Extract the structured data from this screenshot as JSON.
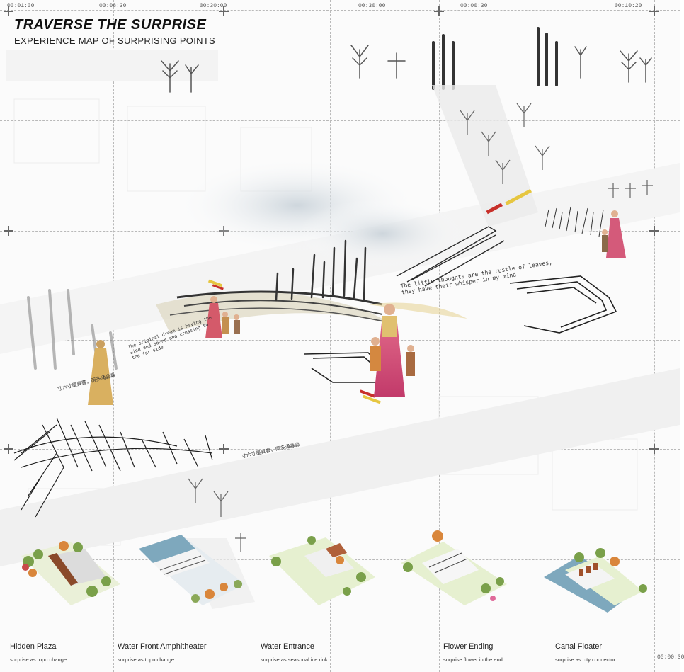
{
  "header": {
    "title": "TRAVERSE THE SURPRISE",
    "subtitle": "EXPERIENCE MAP OF SURPRISING POINTS"
  },
  "timecodes": [
    "00:01:00",
    "00:08:30",
    "00:30:00",
    "00:30:00",
    "00:00:30",
    "00:10:20",
    "00:00:30"
  ],
  "annotations": {
    "thoughts": "The little thoughts are the rustle of leaves, they have their whisper in my mind",
    "walk_note": "The original dream is having the wind and sound and crossing to the far side",
    "handwritten_1": "寸六寸墨真書，雨多涌淼淼",
    "handwritten_2": "寸六寸墨真書，雨多涌淼淼"
  },
  "panels": [
    {
      "title": "Hidden Plaza",
      "subtitle": "surprise as topo change"
    },
    {
      "title": "Water Front Amphitheater",
      "subtitle": "surprise as topo change"
    },
    {
      "title": "Water Entrance",
      "subtitle": "surprise as seasonal ice rink"
    },
    {
      "title": "Flower Ending",
      "subtitle": "surprise flower in the end"
    },
    {
      "title": "Canal Floater",
      "subtitle": "surprise as city connector"
    }
  ],
  "colors": {
    "ink": "#2a2a2a",
    "grass": "#9bbf5a",
    "autumn": "#d9863b",
    "water": "#7ea8bd",
    "accent_red": "#c8302a",
    "accent_yellow": "#e6c640"
  }
}
